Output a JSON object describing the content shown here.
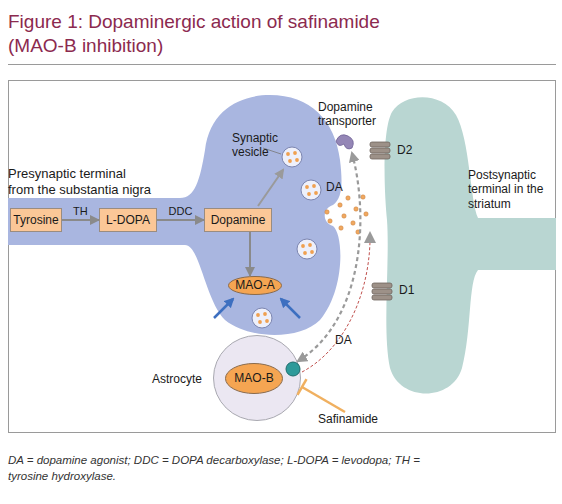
{
  "diagram": {
    "title": "Figure 1: Dopaminergic action of safinamide (MAO-B inhibition)",
    "caption": "DA = dopamine agonist; DDC = DOPA decarboxylase; L-DOPA = levodopa; TH = tyrosine hydroxylase.",
    "nodes": [
      {
        "text": [
          "Presynaptic terminal from the substantia nigra"
        ]
      },
      {
        "text": [
          "Tyrosine"
        ],
        "in": 0
      },
      {
        "text": [
          "L-DOPA"
        ],
        "in": 0
      },
      {
        "text": [
          "Dopamine"
        ],
        "in": 0
      },
      {
        "text": [
          "MAO-A"
        ],
        "in": 0
      },
      {
        "text": [
          "Postsynaptic terminal in the striatum"
        ]
      },
      {
        "text": [
          "Astrocyte"
        ]
      },
      {
        "text": [
          "MAO-B"
        ],
        "in": 6
      }
    ],
    "edges": [
      {
        "from": 1,
        "to": 2,
        "label": "TH",
        "arrow": "to"
      },
      {
        "from": 2,
        "to": 3,
        "label": "DDC",
        "arrow": "to"
      },
      {
        "from": 3,
        "to": 4,
        "arrow": "to"
      }
    ],
    "labels": [
      "Synaptic vesicle",
      "Dopamine transporter",
      "DA",
      "D2",
      "D1",
      "DA",
      "Safinamide"
    ]
  }
}
